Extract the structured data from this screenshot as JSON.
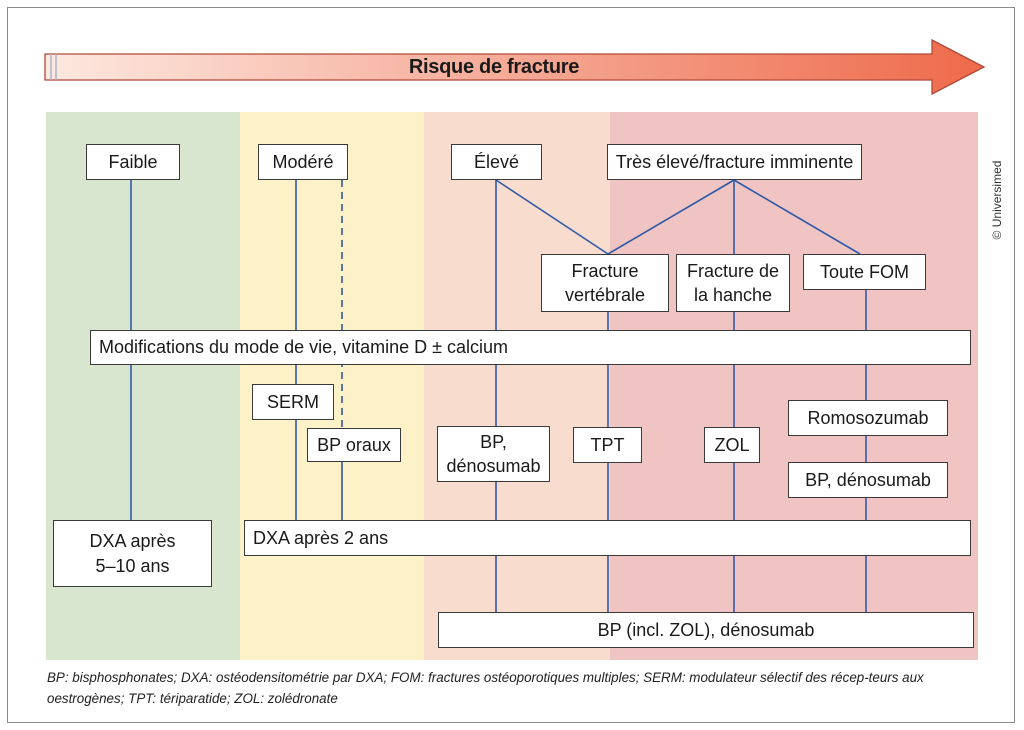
{
  "header": {
    "title": "Risque de fracture"
  },
  "colors": {
    "arrow_start": "#fde8e0",
    "arrow_end": "#ee6a4b",
    "band_low": "#d9e6cf",
    "band_moderate": "#fdf1c8",
    "band_high": "#f8dccd",
    "band_very_high": "#f1c4c4",
    "connector": "#2f5aa8"
  },
  "risk_levels": {
    "low": "Faible",
    "moderate": "Modéré",
    "high": "Élevé",
    "very_high": "Très élevé/fracture imminente"
  },
  "subtypes": {
    "vertebral": "Fracture\nvertébrale",
    "hip": "Fracture de\nla hanche",
    "multiple": "Toute FOM"
  },
  "lifestyle": "Modifications du mode de vie, vitamine D ± calcium",
  "treatments": {
    "serm": "SERM",
    "oral_bp": "BP oraux",
    "bp_denosumab": "BP,\ndénosumab",
    "tpt": "TPT",
    "zol": "ZOL",
    "romosozumab": "Romosozumab",
    "bp_denosumab_seq": "BP, dénosumab"
  },
  "monitoring": {
    "dxa_low": "DXA après\n5–10 ans",
    "dxa_2y": "DXA après 2 ans"
  },
  "followup": "BP (incl. ZOL), dénosumab",
  "copyright": "© Universimed",
  "footnote": "BP: bisphosphonates; DXA: ostéodensitométrie par DXA; FOM: fractures ostéoporotiques multiples; SERM: modulateur sélectif des récep-teurs aux oestrogènes; TPT: tériparatide; ZOL: zolédronate"
}
